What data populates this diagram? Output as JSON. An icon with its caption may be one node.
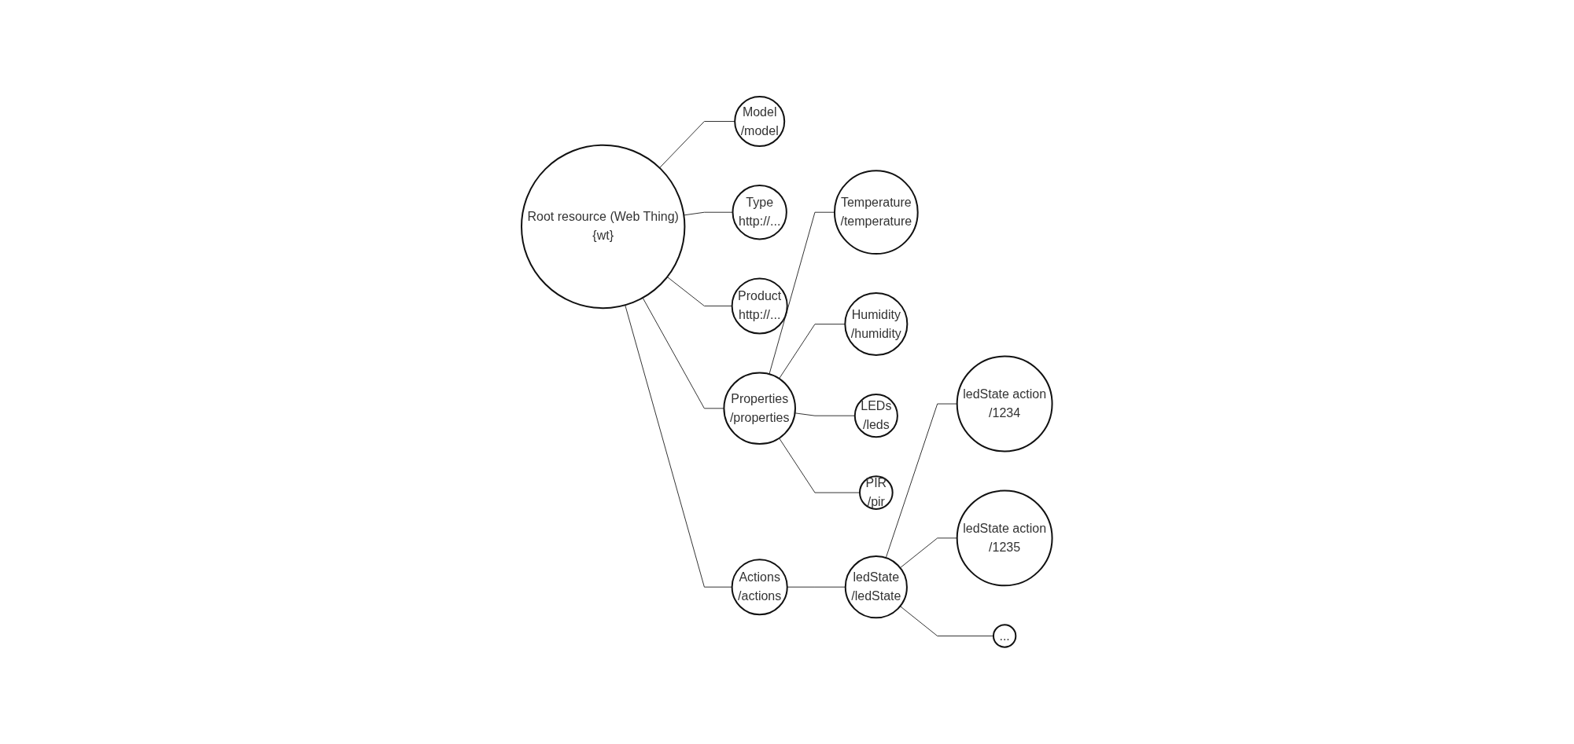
{
  "diagram": {
    "nodes": [
      {
        "text": [
          "Root resource (Web Thing)",
          "{wt}"
        ]
      },
      {
        "text": [
          "Model",
          "/model"
        ]
      },
      {
        "text": [
          "Type",
          "http://..."
        ]
      },
      {
        "text": [
          "Product",
          "http://..."
        ]
      },
      {
        "text": [
          "Properties",
          "/properties"
        ]
      },
      {
        "text": [
          "Actions",
          "/actions"
        ]
      },
      {
        "text": [
          "Temperature",
          "/temperature"
        ]
      },
      {
        "text": [
          "Humidity",
          "/humidity"
        ]
      },
      {
        "text": [
          "LEDs",
          "/leds"
        ]
      },
      {
        "text": [
          "PIR",
          "/pir"
        ]
      },
      {
        "text": [
          "ledState",
          "/ledState"
        ]
      },
      {
        "text": [
          "ledState action",
          "/1234"
        ]
      },
      {
        "text": [
          "ledState action",
          "/1235"
        ]
      },
      {
        "text": [
          "..."
        ]
      }
    ],
    "edges": [
      {
        "from": 0,
        "to": 1,
        "arrow": "none"
      },
      {
        "from": 0,
        "to": 2,
        "arrow": "none"
      },
      {
        "from": 0,
        "to": 3,
        "arrow": "none"
      },
      {
        "from": 0,
        "to": 4,
        "arrow": "none"
      },
      {
        "from": 0,
        "to": 5,
        "arrow": "none"
      },
      {
        "from": 4,
        "to": 6,
        "arrow": "none"
      },
      {
        "from": 4,
        "to": 7,
        "arrow": "none"
      },
      {
        "from": 4,
        "to": 8,
        "arrow": "none"
      },
      {
        "from": 4,
        "to": 9,
        "arrow": "none"
      },
      {
        "from": 5,
        "to": 10,
        "arrow": "none"
      },
      {
        "from": 10,
        "to": 11,
        "arrow": "none"
      },
      {
        "from": 10,
        "to": 12,
        "arrow": "none"
      },
      {
        "from": 10,
        "to": 13,
        "arrow": "none"
      }
    ]
  }
}
